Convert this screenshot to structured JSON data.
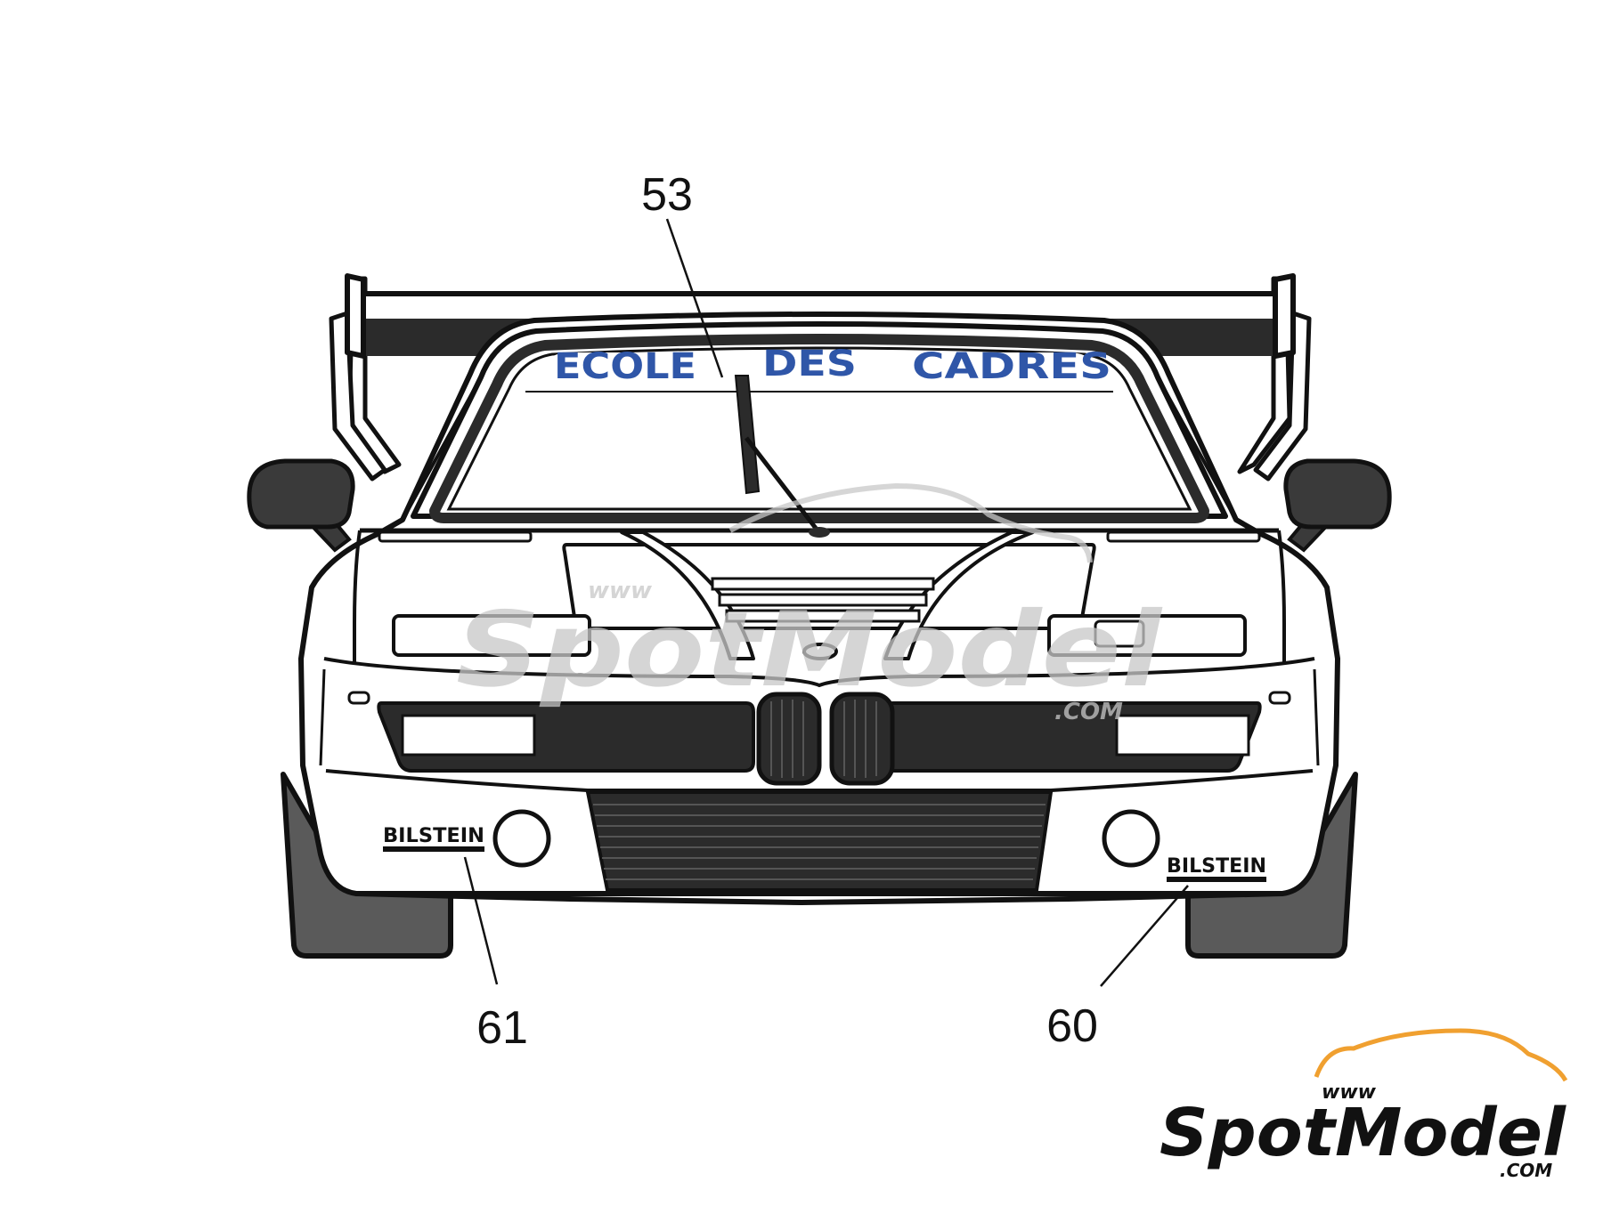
{
  "diagram": {
    "callouts": [
      {
        "id": "53",
        "label": "53"
      },
      {
        "id": "61",
        "label": "61"
      },
      {
        "id": "60",
        "label": "60"
      }
    ],
    "decals": {
      "windscreen_banner": [
        "ECOLE",
        "DES",
        "CADRES"
      ],
      "bilstein_left": "BILSTEIN",
      "bilstein_right": "BILSTEIN"
    }
  },
  "watermark": {
    "center": {
      "www": "www",
      "brand": "SpotModel",
      "com": ".COM"
    },
    "logo": {
      "www": "www",
      "brand": "SpotModel",
      "com": ".COM"
    }
  },
  "colors": {
    "outline": "#111111",
    "dark_panel": "#2b2b2b",
    "tire": "#5a5a5a",
    "mirror": "#3a3a3a",
    "banner_text": "#2f56a8",
    "watermark_gray": "#c8c8c8",
    "logo_text": "#111111",
    "logo_accent": "#f0a030"
  }
}
